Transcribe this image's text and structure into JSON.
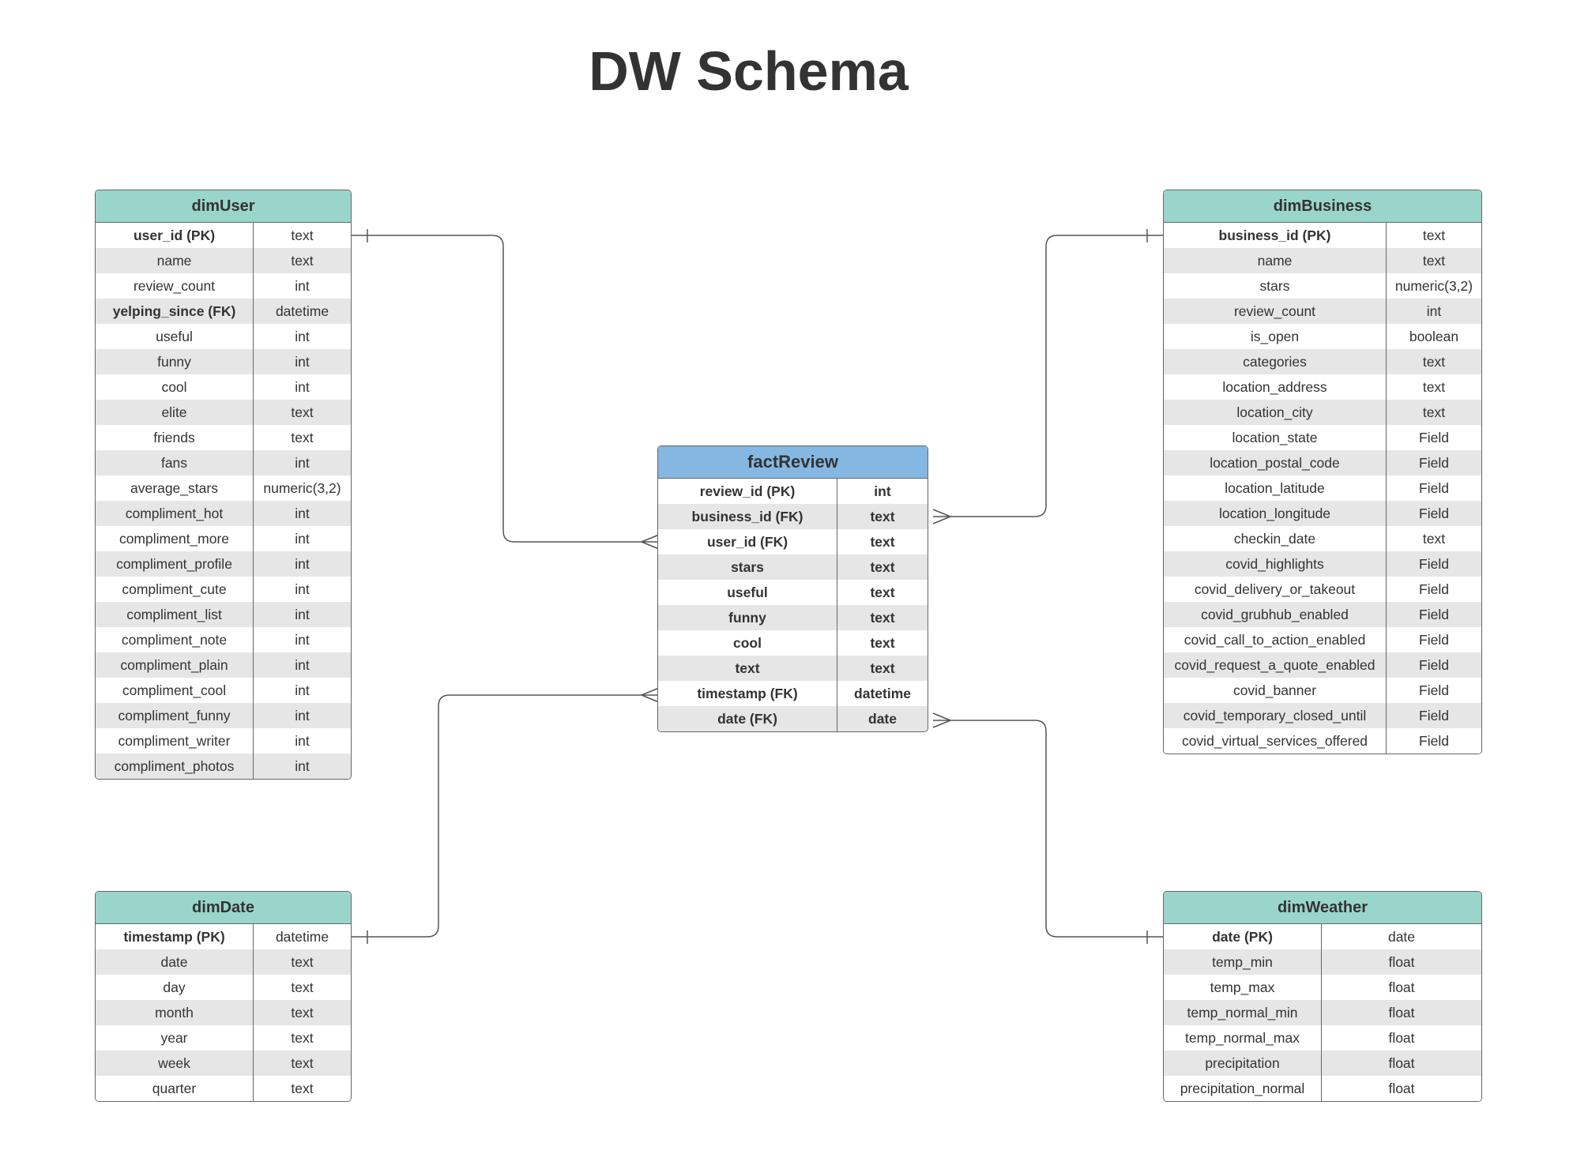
{
  "title": "DW Schema",
  "colors": {
    "dim_header": "#99d5ca",
    "fact_header": "#84b8e2",
    "row_alt": "#e6e6e6",
    "border": "#666666"
  },
  "tables": {
    "dimUser": {
      "name": "dimUser",
      "fields": [
        {
          "name": "user_id (PK)",
          "type": "text",
          "key": true
        },
        {
          "name": "name",
          "type": "text"
        },
        {
          "name": "review_count",
          "type": "int"
        },
        {
          "name": "yelping_since (FK)",
          "type": "datetime",
          "key": true
        },
        {
          "name": "useful",
          "type": "int"
        },
        {
          "name": "funny",
          "type": "int"
        },
        {
          "name": "cool",
          "type": "int"
        },
        {
          "name": "elite",
          "type": "text"
        },
        {
          "name": "friends",
          "type": "text"
        },
        {
          "name": "fans",
          "type": "int"
        },
        {
          "name": "average_stars",
          "type": "numeric(3,2)"
        },
        {
          "name": "compliment_hot",
          "type": "int"
        },
        {
          "name": "compliment_more",
          "type": "int"
        },
        {
          "name": "compliment_profile",
          "type": "int"
        },
        {
          "name": "compliment_cute",
          "type": "int"
        },
        {
          "name": "compliment_list",
          "type": "int"
        },
        {
          "name": "compliment_note",
          "type": "int"
        },
        {
          "name": "compliment_plain",
          "type": "int"
        },
        {
          "name": "compliment_cool",
          "type": "int"
        },
        {
          "name": "compliment_funny",
          "type": "int"
        },
        {
          "name": "compliment_writer",
          "type": "int"
        },
        {
          "name": "compliment_photos",
          "type": "int"
        }
      ]
    },
    "dimBusiness": {
      "name": "dimBusiness",
      "fields": [
        {
          "name": "business_id (PK)",
          "type": "text",
          "key": true
        },
        {
          "name": "name",
          "type": "text"
        },
        {
          "name": "stars",
          "type": "numeric(3,2)"
        },
        {
          "name": "review_count",
          "type": "int"
        },
        {
          "name": "is_open",
          "type": "boolean"
        },
        {
          "name": "categories",
          "type": "text"
        },
        {
          "name": "location_address",
          "type": "text"
        },
        {
          "name": "location_city",
          "type": "text"
        },
        {
          "name": "location_state",
          "type": "Field"
        },
        {
          "name": "location_postal_code",
          "type": "Field"
        },
        {
          "name": "location_latitude",
          "type": "Field"
        },
        {
          "name": "location_longitude",
          "type": "Field"
        },
        {
          "name": "checkin_date",
          "type": "text"
        },
        {
          "name": "covid_highlights",
          "type": "Field"
        },
        {
          "name": "covid_delivery_or_takeout",
          "type": "Field"
        },
        {
          "name": "covid_grubhub_enabled",
          "type": "Field"
        },
        {
          "name": "covid_call_to_action_enabled",
          "type": "Field"
        },
        {
          "name": "covid_request_a_quote_enabled",
          "type": "Field"
        },
        {
          "name": "covid_banner",
          "type": "Field"
        },
        {
          "name": "covid_temporary_closed_until",
          "type": "Field"
        },
        {
          "name": "covid_virtual_services_offered",
          "type": "Field"
        }
      ]
    },
    "factReview": {
      "name": "factReview",
      "fields": [
        {
          "name": "review_id (PK)",
          "type": "int",
          "key": true
        },
        {
          "name": "business_id (FK)",
          "type": "text",
          "key": true
        },
        {
          "name": "user_id (FK)",
          "type": "text",
          "key": true
        },
        {
          "name": "stars",
          "type": "text"
        },
        {
          "name": "useful",
          "type": "text"
        },
        {
          "name": "funny",
          "type": "text"
        },
        {
          "name": "cool",
          "type": "text"
        },
        {
          "name": "text",
          "type": "text"
        },
        {
          "name": "timestamp (FK)",
          "type": "datetime",
          "key": true
        },
        {
          "name": "date (FK)",
          "type": "date",
          "key": true
        }
      ]
    },
    "dimDate": {
      "name": "dimDate",
      "fields": [
        {
          "name": "timestamp (PK)",
          "type": "datetime",
          "key": true
        },
        {
          "name": "date",
          "type": "text"
        },
        {
          "name": "day",
          "type": "text"
        },
        {
          "name": "month",
          "type": "text"
        },
        {
          "name": "year",
          "type": "text"
        },
        {
          "name": "week",
          "type": "text"
        },
        {
          "name": "quarter",
          "type": "text"
        }
      ]
    },
    "dimWeather": {
      "name": "dimWeather",
      "fields": [
        {
          "name": "date (PK)",
          "type": "date",
          "key": true
        },
        {
          "name": "temp_min",
          "type": "float"
        },
        {
          "name": "temp_max",
          "type": "float"
        },
        {
          "name": "temp_normal_min",
          "type": "float"
        },
        {
          "name": "temp_normal_max",
          "type": "float"
        },
        {
          "name": "precipitation",
          "type": "float"
        },
        {
          "name": "precipitation_normal",
          "type": "float"
        }
      ]
    }
  },
  "relationships": [
    {
      "from": "dimUser",
      "to": "factReview",
      "cardinality": "one-to-many"
    },
    {
      "from": "dimBusiness",
      "to": "factReview",
      "cardinality": "one-to-many"
    },
    {
      "from": "dimDate",
      "to": "factReview",
      "cardinality": "one-to-many"
    },
    {
      "from": "dimWeather",
      "to": "factReview",
      "cardinality": "one-to-many"
    }
  ]
}
